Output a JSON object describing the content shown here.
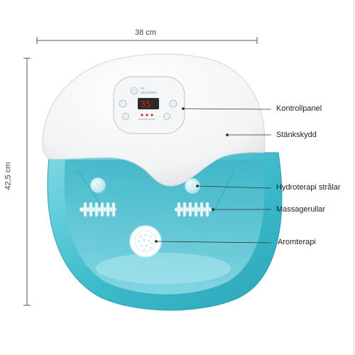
{
  "dimensions": {
    "width_label": "38 cm",
    "height_label": "42,5 cm"
  },
  "callouts": {
    "control_panel": "Kontrollpanel",
    "splash_guard": "Stänkskydd",
    "hydro_jets": "Hydroterapi strålar",
    "massage_rollers": "Massagerullar",
    "aromatherapy": "Aromterapi"
  },
  "display": {
    "readout": "35"
  },
  "colors": {
    "basin_teal": "#41c0d0",
    "cover_white": "#f7f8f9",
    "display_red": "#e02020"
  }
}
